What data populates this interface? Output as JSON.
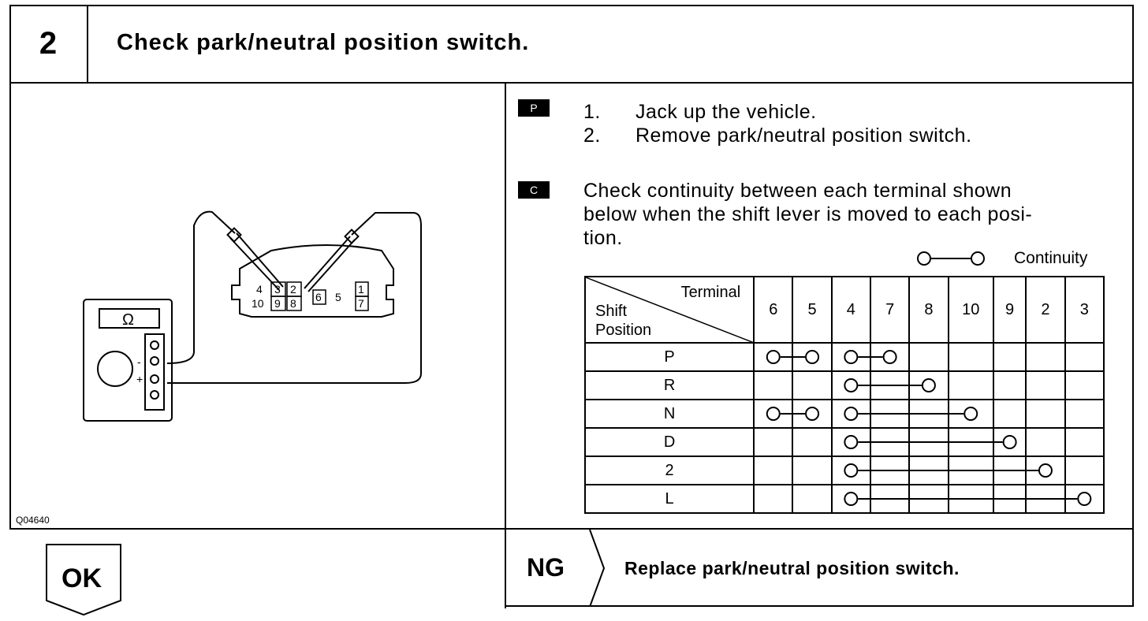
{
  "header": {
    "step_number": "2",
    "title": "Check park/neutral position switch."
  },
  "figure": {
    "meter_symbol": "Ω",
    "minus": "-",
    "plus": "+",
    "figure_code": "Q04640",
    "connector_terminals": [
      "4",
      "3",
      "2",
      "10",
      "9",
      "8",
      "6",
      "5",
      "1",
      "7"
    ]
  },
  "procedure": {
    "p_tag": "P",
    "step1_num": "1.",
    "step1_text": "Jack up the vehicle.",
    "step2_num": "2.",
    "step2_text": "Remove park/neutral position switch.",
    "c_tag": "C",
    "check_line1": "Check continuity between each terminal shown",
    "check_line2": "below when the shift lever is moved to each posi-",
    "check_line3": "tion.",
    "legend_label": "Continuity"
  },
  "table": {
    "corner_top": "Terminal",
    "corner_bottom_line1": "Shift",
    "corner_bottom_line2": "Position",
    "terminals": [
      "6",
      "5",
      "4",
      "7",
      "8",
      "10",
      "9",
      "2",
      "3"
    ],
    "rows": [
      {
        "position": "P",
        "links": [
          [
            "6",
            "5"
          ],
          [
            "4",
            "7"
          ]
        ]
      },
      {
        "position": "R",
        "links": [
          [
            "4",
            "8"
          ]
        ]
      },
      {
        "position": "N",
        "links": [
          [
            "6",
            "5"
          ],
          [
            "4",
            "10"
          ]
        ]
      },
      {
        "position": "D",
        "links": [
          [
            "4",
            "9"
          ]
        ]
      },
      {
        "position": "2",
        "links": [
          [
            "4",
            "2"
          ]
        ]
      },
      {
        "position": "L",
        "links": [
          [
            "4",
            "3"
          ]
        ]
      }
    ]
  },
  "results": {
    "ok_label": "OK",
    "ng_label": "NG",
    "ng_action": "Replace park/neutral position switch."
  }
}
